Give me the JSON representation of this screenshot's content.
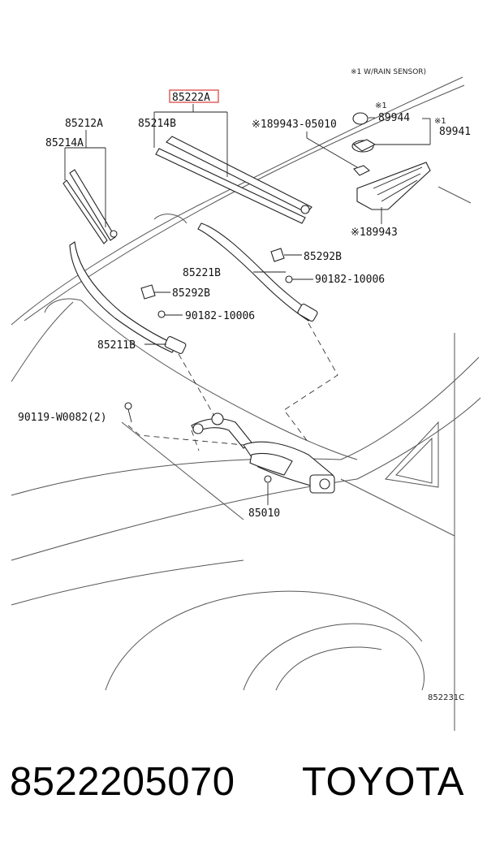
{
  "diagram": {
    "note": "※1 W/RAIN SENSOR)",
    "ref_code": "852231C",
    "labels": {
      "p85222A": "85222A",
      "p85212A": "85212A",
      "p85214B": "85214B",
      "p85214A": "85214A",
      "p89943_05010": "※189943-05010",
      "p89944_mark": "※1",
      "p89944": "89944",
      "p89941_mark": "※1",
      "p89941": "89941",
      "p89943": "※189943",
      "p85292B_upper": "85292B",
      "p85221B": "85221B",
      "p90182_upper": "90182-10006",
      "p85292B_lower": "85292B",
      "p90182_lower": "90182-10006",
      "p85211B": "85211B",
      "p90119": "90119-W0082(2)",
      "p85010": "85010"
    }
  },
  "footer": {
    "part_number": "8522205070",
    "brand": "TOYOTA"
  },
  "colors": {
    "highlight": "#e06060",
    "line": "#222222"
  }
}
